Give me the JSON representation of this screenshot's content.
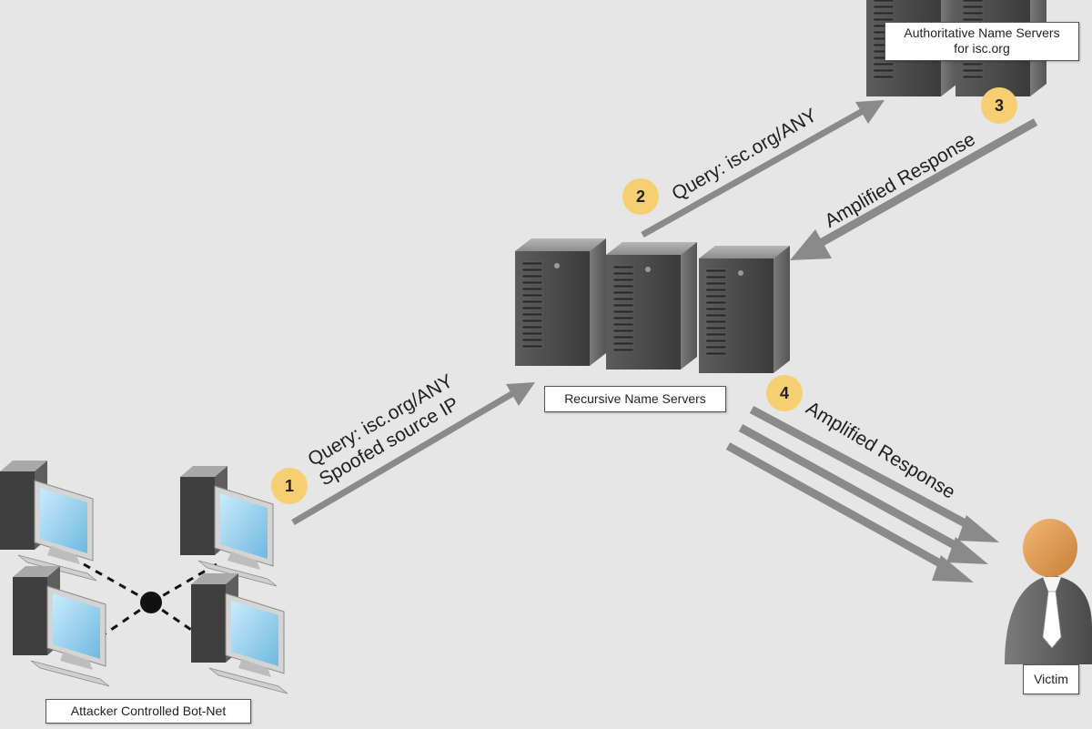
{
  "colors": {
    "background": "#e6e6e6",
    "badge": "#f6cf72",
    "arrow": "#8a8a8a",
    "screen": "#9fd3ee",
    "victim_head": "#e6a35a"
  },
  "labels": {
    "authoritative": "Authoritative Name Servers\nfor isc.org",
    "recursive": "Recursive Name Servers",
    "botnet": "Attacker Controlled Bot-Net",
    "victim": "Victim"
  },
  "steps": [
    {
      "number": "1",
      "text": "Query: isc.org/ANY\nSpoofed source IP"
    },
    {
      "number": "2",
      "text": "Query: isc.org/ANY"
    },
    {
      "number": "3",
      "text": "Amplified Response"
    },
    {
      "number": "4",
      "text": "Amplified Response"
    }
  ],
  "icons": {
    "server": "server-icon",
    "computer": "computer-icon",
    "hub": "network-hub-icon",
    "victim": "person-icon"
  }
}
